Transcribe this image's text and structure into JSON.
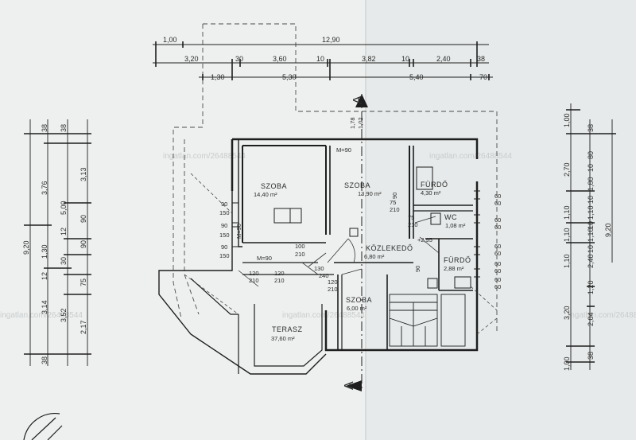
{
  "watermark": "ingatlan.com/26488544",
  "section_mark": "A",
  "rooms": [
    {
      "id": "szoba1",
      "name": "SZOBA",
      "area": "14,40 m²"
    },
    {
      "id": "szoba2",
      "name": "SZOBA",
      "area": "13,90 m²"
    },
    {
      "id": "furdo1",
      "name": "FÜRDŐ",
      "area": "4,30 m²"
    },
    {
      "id": "wc",
      "name": "WC",
      "area": "1,08 m²"
    },
    {
      "id": "kozlekedo",
      "name": "KÖZLEKEDŐ",
      "area": "6,80 m²"
    },
    {
      "id": "furdo2",
      "name": "FÜRDŐ",
      "area": "2,88 m²"
    },
    {
      "id": "szoba3",
      "name": "SZOBA",
      "area": "6,00 m²"
    },
    {
      "id": "terasz",
      "name": "TERASZ",
      "area": "37,60 m²"
    }
  ],
  "top_dims": {
    "row1": [
      "1,00",
      "12,90"
    ],
    "row2": [
      "3,20",
      "30",
      "3,60",
      "10",
      "3,82",
      "10",
      "2,40",
      "38"
    ],
    "row3": [
      "1,30",
      "5,30",
      "5,40",
      "70"
    ]
  },
  "left_dims": {
    "total": "9,20",
    "col1": [
      "38",
      "3,76",
      "1,30",
      "12",
      "3,14",
      "38"
    ],
    "col2": [
      "12",
      "30"
    ],
    "col3": [
      "38",
      "3,13",
      "5,00",
      "90",
      "90",
      "75",
      "3,52",
      "2,17"
    ]
  },
  "right_dims": {
    "total": "9,20",
    "col1": [
      "1,00",
      "2,70",
      "1,10",
      "1,10",
      "1,10",
      "3,20",
      "1,00"
    ],
    "col2": [
      "38",
      "80",
      "10",
      "1,80",
      "10",
      "1,10",
      "10",
      "1,10",
      "10",
      "2,40",
      "1,20",
      "2,04",
      "38"
    ]
  },
  "window_labels": [
    "M=90",
    "M=90",
    "M=90",
    "90",
    "150",
    "90",
    "150",
    "90",
    "150",
    "100",
    "210",
    "120",
    "210",
    "120",
    "210",
    "130",
    "240",
    "120",
    "210",
    "75",
    "210",
    "75",
    "210",
    "+2,95",
    "60",
    "60",
    "60",
    "60",
    "60",
    "60",
    "60",
    "60",
    "60",
    "60",
    "1,78",
    "1,02",
    "90",
    "90"
  ]
}
